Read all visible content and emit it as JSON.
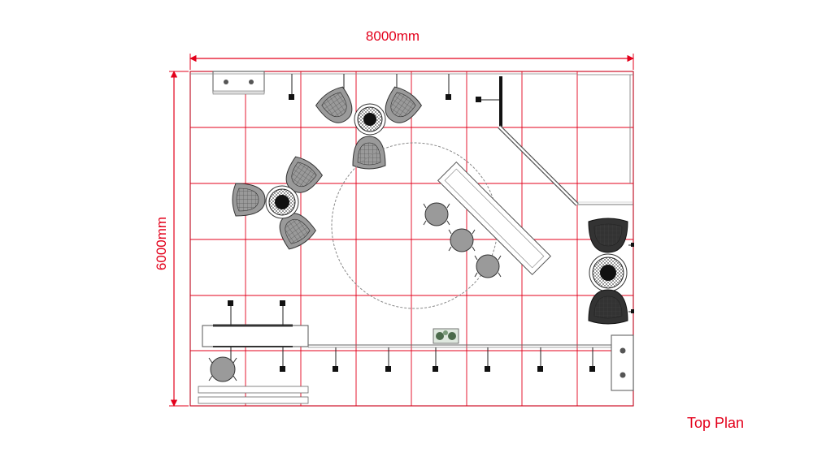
{
  "dimensions": {
    "width_label": "8000mm",
    "height_label": "6000mm"
  },
  "caption": "Top Plan",
  "colors": {
    "dimension": "#e3001b",
    "grid": "#e3001b",
    "outline": "#555555",
    "furniture_fill": "#9a9a9a",
    "furniture_dark": "#2a2a2a",
    "spotlight": "#111111"
  },
  "icons": {
    "lounge_chair": "lounge-chair-icon",
    "round_table": "round-table-icon",
    "stool": "stool-icon",
    "spotlight": "spotlight-icon",
    "plant": "plant-icon",
    "counter": "counter-icon"
  }
}
